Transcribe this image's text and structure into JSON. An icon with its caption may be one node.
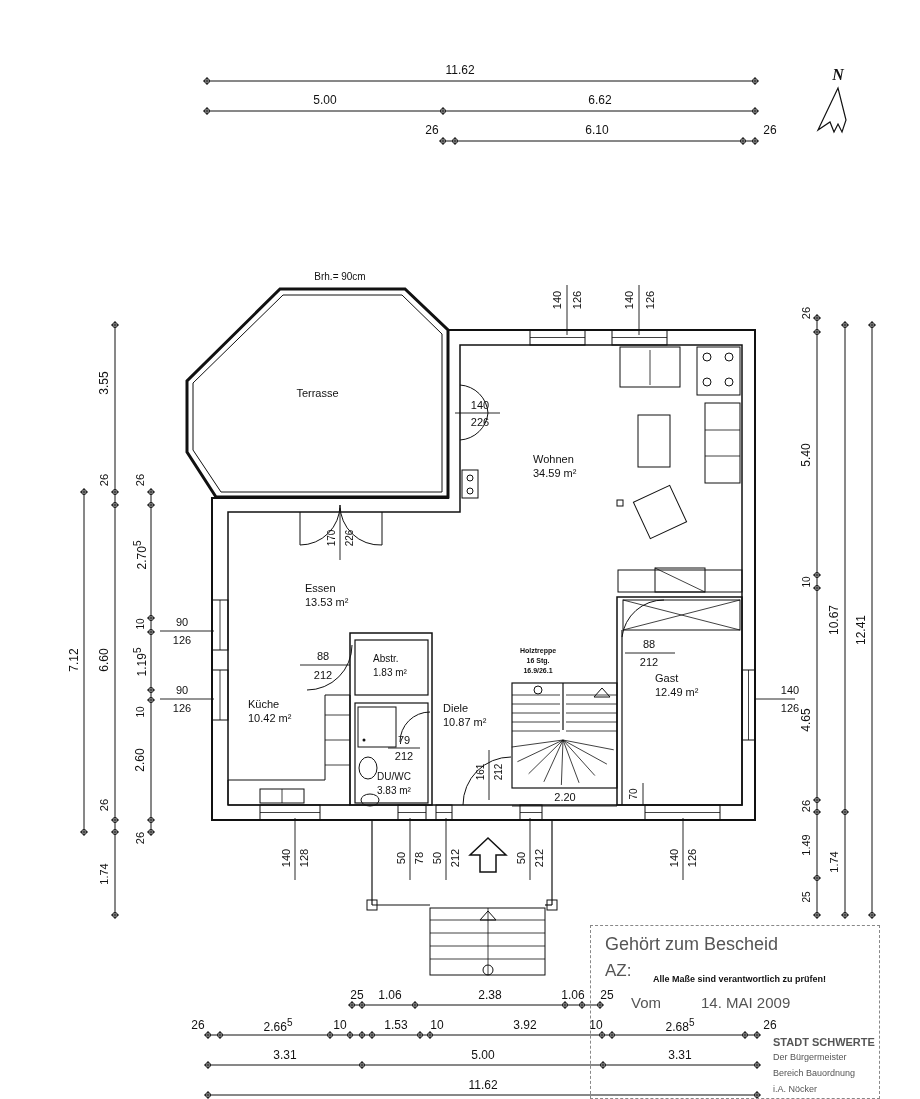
{
  "diagram": {
    "nodes": [
      {
        "text": [
          "Terrasse"
        ]
      },
      {
        "text": [
          "Wohnen",
          "34.59 m²"
        ]
      },
      {
        "text": [
          "Essen",
          "13.53 m²"
        ]
      },
      {
        "text": [
          "Küche",
          "10.42 m²"
        ]
      },
      {
        "text": [
          "Abstr.",
          "1.83 m²"
        ]
      },
      {
        "text": [
          "DU/WC",
          "3.83 m²"
        ]
      },
      {
        "text": [
          "Diele",
          "10.87 m²"
        ]
      },
      {
        "text": [
          "Gast",
          "12.49 m²"
        ]
      },
      {
        "text": [
          "Gehört zum Bescheid",
          "AZ:",
          "Alle Maße sind verantwortlich zu prüfen!",
          "Vom",
          "14. MAI 2009",
          "STADT SCHWERTE",
          "Der Bürgermeister",
          "Bereich Bauordnung",
          "i.A. Nöcker"
        ]
      }
    ],
    "labels": [
      "11.62",
      "5.00",
      "6.62",
      "26",
      "6.10",
      "26",
      "N",
      "Brh.= 90cm",
      "140",
      "126",
      "140",
      "126",
      "26",
      "3.55",
      "140",
      "226",
      "26",
      "26",
      "5.40",
      "170",
      "226",
      "2.70$^{5}$",
      "10",
      "90",
      "10",
      "126",
      "10.67",
      "12.41",
      "88",
      "88",
      "Holztreppe",
      "7.12",
      "6.60",
      "1.19$^{5}$",
      "16 Stg.",
      "212",
      "212",
      "16.9/26.1",
      "90",
      "140",
      "4.65",
      "10",
      "126",
      "126",
      "79",
      "2.60",
      "161",
      "212",
      "212",
      "2.20",
      "70",
      "26",
      "26",
      "26",
      "140",
      "128",
      "50",
      "78",
      "50",
      "212",
      "50",
      "212",
      "140",
      "126",
      "1.49",
      "1.74",
      "1.74",
      "25",
      "25",
      "1.06",
      "2.38",
      "1.06",
      "25",
      "26",
      "2.66$^{5}$",
      "10",
      "1.53",
      "10",
      "3.92",
      "10",
      "2.68$^{5}$",
      "26",
      "3.31",
      "5.00",
      "3.31",
      "11.62"
    ]
  }
}
